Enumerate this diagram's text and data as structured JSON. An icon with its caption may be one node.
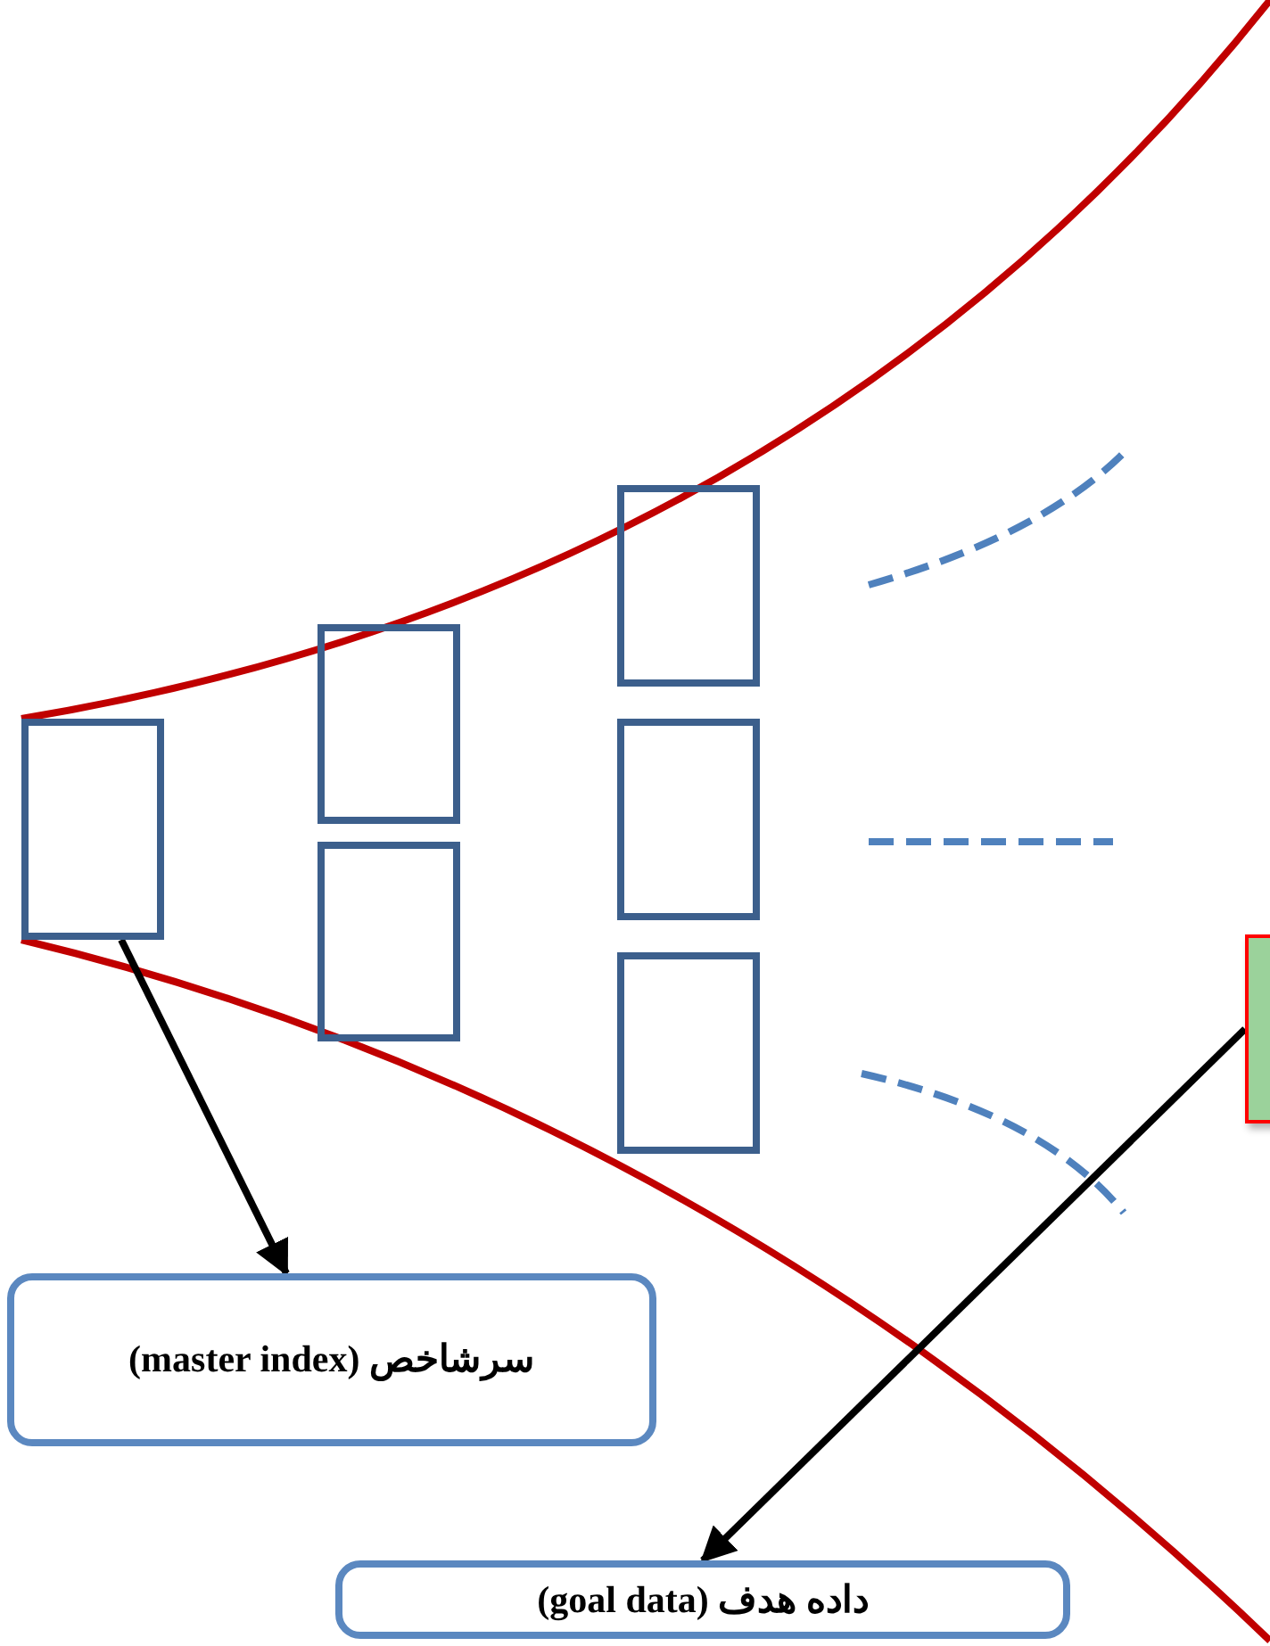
{
  "diagram": {
    "nodes": [
      {
        "text": [],
        "shape": "box"
      },
      {
        "text": [],
        "shape": "box"
      },
      {
        "text": [],
        "shape": "box"
      },
      {
        "text": [],
        "shape": "box"
      },
      {
        "text": [],
        "shape": "box"
      },
      {
        "text": [],
        "shape": "box"
      },
      {
        "text": [],
        "shape": "box"
      },
      {
        "text": [
          "سرشاخص (master index)"
        ]
      },
      {
        "text": [
          "داده هدف (goal data)"
        ]
      }
    ],
    "edges": [
      {
        "from": 0,
        "to": 7,
        "arrow": "to"
      },
      {
        "from": 6,
        "to": 8,
        "arrow": "to"
      }
    ]
  }
}
